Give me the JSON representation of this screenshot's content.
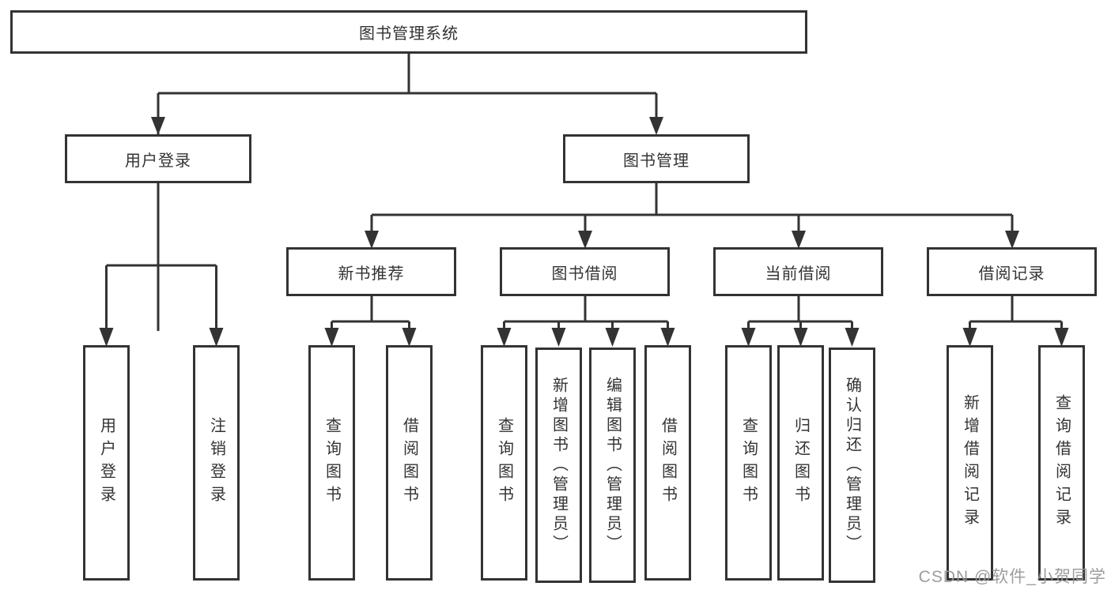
{
  "diagram": {
    "root": {
      "label": "图书管理系统"
    },
    "branches": [
      {
        "label": "用户登录",
        "leaves": [
          "用户登录",
          "注销登录"
        ]
      },
      {
        "label": "图书管理",
        "groups": [
          {
            "label": "新书推荐",
            "leaves": [
              "查询图书",
              "借阅图书"
            ]
          },
          {
            "label": "图书借阅",
            "leaves": [
              "查询图书",
              "新增图书（管理员）",
              "编辑图书（管理员）",
              "借阅图书"
            ]
          },
          {
            "label": "当前借阅",
            "leaves": [
              "查询图书",
              "归还图书",
              "确认归还（管理员）"
            ]
          },
          {
            "label": "借阅记录",
            "leaves": [
              "新增借阅记录",
              "查询借阅记录"
            ]
          }
        ]
      }
    ]
  },
  "watermark": {
    "text": "CSDN @软件_小贺同学"
  },
  "colors": {
    "line": "#333333",
    "node_border": "#333333",
    "node_fill": "#ffffff",
    "text": "#333333",
    "background": "#ffffff",
    "watermark": "#989898"
  }
}
